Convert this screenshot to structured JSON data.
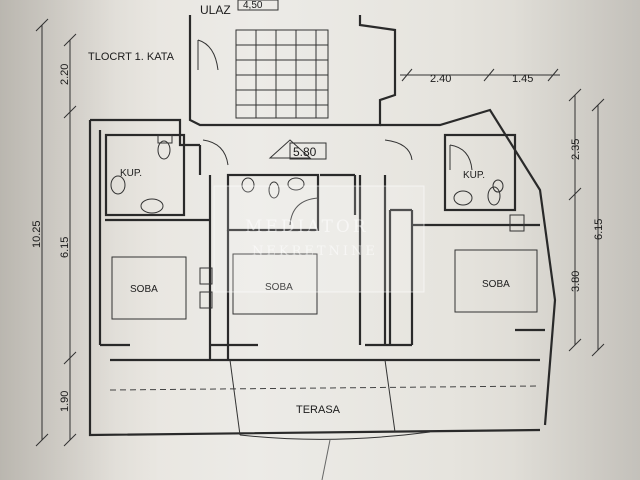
{
  "plan": {
    "title": "TLOCRT  1. KATA",
    "entrance": "ULAZ",
    "entrance_width": "4,50",
    "stair_height": "5.80",
    "rooms": [
      {
        "key": "soba_left",
        "label": "SOBA"
      },
      {
        "key": "soba_middle",
        "label": "SOBA"
      },
      {
        "key": "soba_right",
        "label": "SOBA"
      },
      {
        "key": "kup_left",
        "label": "KUP."
      },
      {
        "key": "kup_right",
        "label": "KUP."
      },
      {
        "key": "terasa",
        "label": "TERASA"
      }
    ],
    "dims_left_outer": "10.25",
    "dims_left_inner": [
      "2.20",
      "6.15",
      "1.90"
    ],
    "dims_top_right": [
      "2.40",
      "1.45"
    ],
    "dims_right": [
      "2.35",
      "6.15",
      "3.80"
    ]
  },
  "watermark": {
    "line1": "MEDIATOR",
    "line2": "NEKRETNINE"
  }
}
